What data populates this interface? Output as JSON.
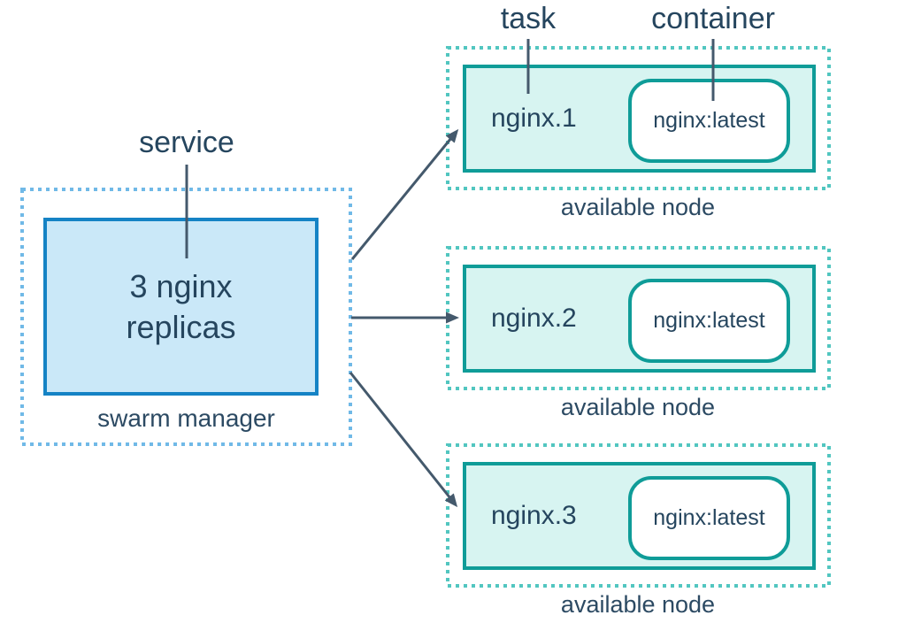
{
  "diagram": {
    "title_labels": {
      "service": "service",
      "task": "task",
      "container": "container"
    },
    "manager": {
      "box_line1": "3 nginx",
      "box_line2": "replicas",
      "caption": "swarm manager"
    },
    "nodes": [
      {
        "task": "nginx.1",
        "container": "nginx:latest",
        "caption": "available node"
      },
      {
        "task": "nginx.2",
        "container": "nginx:latest",
        "caption": "available node"
      },
      {
        "task": "nginx.3",
        "container": "nginx:latest",
        "caption": "available node"
      }
    ],
    "connections": [
      {
        "from": "swarm manager",
        "to": "nginx.1"
      },
      {
        "from": "swarm manager",
        "to": "nginx.2"
      },
      {
        "from": "swarm manager",
        "to": "nginx.3"
      }
    ],
    "colors": {
      "manager_border": "#1583C5",
      "manager_fill": "#CAE8F8",
      "manager_dotted": "#70B9E7",
      "node_dotted": "#52C6C0",
      "node_border": "#0F9C98",
      "node_fill": "#D7F4F1",
      "container_fill": "#FFFFFF",
      "arrow": "#44596C",
      "text": "#25455E"
    }
  }
}
